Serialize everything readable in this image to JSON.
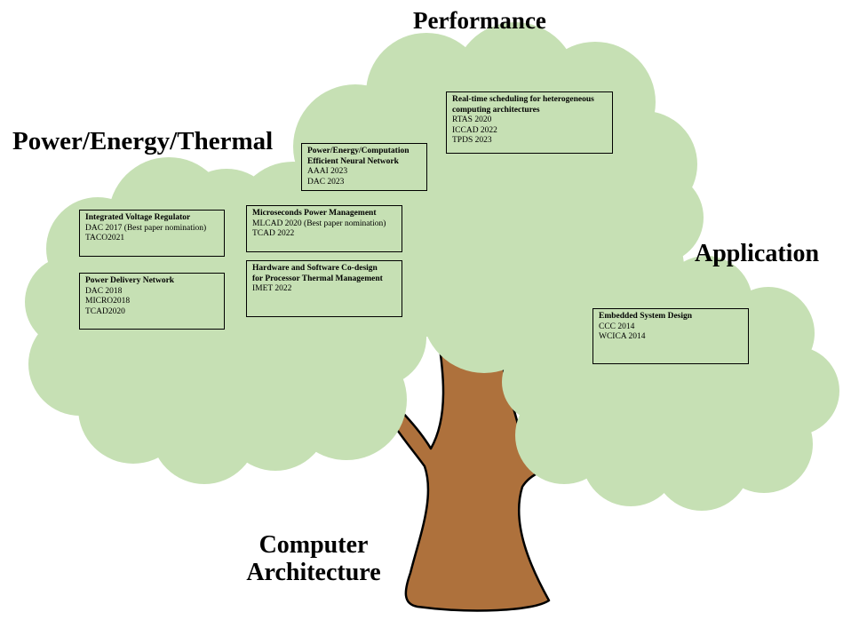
{
  "colors": {
    "foliage": "#c6e0b4",
    "foliage_stroke": "#c6e0b4",
    "trunk": "#ae713c",
    "trunk_stroke": "#000000",
    "box_border": "#000000",
    "text": "#000000"
  },
  "labels": {
    "performance": "Performance",
    "power": "Power/Energy/Thermal",
    "application": "Application",
    "architecture": "Computer Architecture"
  },
  "boxes": {
    "ivr": {
      "title": "Integrated Voltage Regulator",
      "items": [
        "DAC 2017 (Best paper nomination)",
        "TACO2021"
      ]
    },
    "pdn": {
      "title": "Power Delivery Network",
      "items": [
        "DAC 2018",
        "MICRO2018",
        "TCAD2020"
      ]
    },
    "micro": {
      "title": "Microseconds Power Management",
      "items": [
        "MLCAD 2020 (Best paper nomination)",
        "TCAD 2022"
      ]
    },
    "hwsw": {
      "title": "Hardware and Software Co-design\nfor Processor Thermal Management",
      "items": [
        "IMET 2022"
      ]
    },
    "neural": {
      "title": "Power/Energy/Computation\nEfficient Neural Network",
      "items": [
        "AAAI 2023",
        "DAC 2023"
      ]
    },
    "realtime": {
      "title": "Real-time scheduling for heterogeneous\ncomputing architectures",
      "items": [
        "RTAS 2020",
        "ICCAD 2022",
        "TPDS 2023"
      ]
    },
    "embedded": {
      "title": "Embedded System Design",
      "items": [
        "CCC 2014",
        "WCICA 2014"
      ]
    }
  }
}
